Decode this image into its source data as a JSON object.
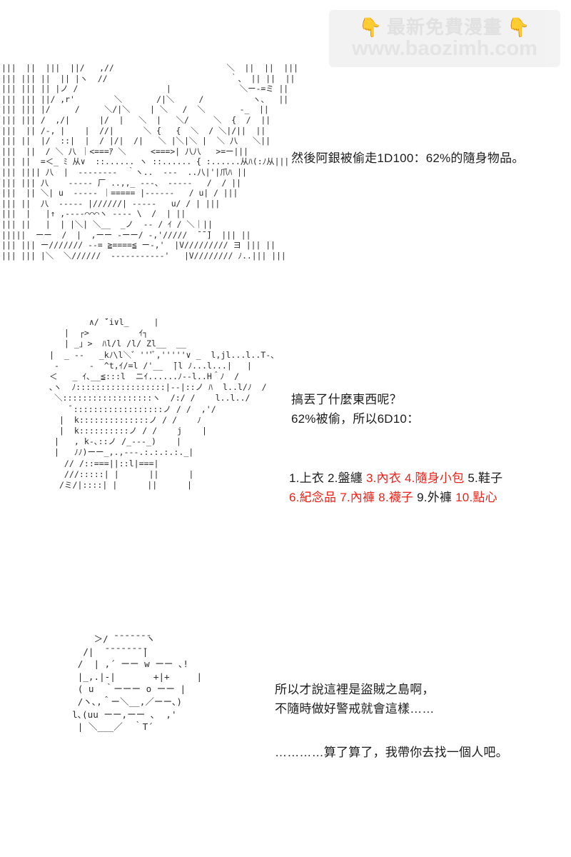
{
  "watermark": {
    "hand_left_icon": "point-down-hand-icon",
    "hand_right_icon": "point-down-hand-icon",
    "title": "最新免費漫畫",
    "url": "www.baozimh.com",
    "hand_glyph": "👇"
  },
  "panels": {
    "panel1": {
      "art_name": "ascii-art-character-gintoki",
      "art": "|||  ||  |||  ||/   ,//                       ＼  ||  ||  |||\n||| ||| ||  || |ヽ  //                         ｀、 || ||  ||\n||| ||| || |ノ /                  |              ＼ー-=ミ ||\n||| ||| ||/ ,r'        ＼       /|＼     /          ヽ、  ||\n||| ||| |/     /     ＼/|＼    | ＼   /  ＼       -_  ||\n||| ||| /  ,/|      |/  |   ＼  |   ＼/     ＼  {  /  ||\n|||  || /-, |    |  //|      ＼ {   {  ＼  / ＼|/||  ||\n||| ||  |/  ::|  |  / |/|  /|   ＼ |＼|＼ |  ＼ 八   ＼||\n|||  ||  / ＼ 八 ｜<===ｱ ＼     <===>| 八八   >=ー|||\n||| ||  =＜_ ﾐ 从∨  ::...... ヽ ::...... { :......从ﾊ(:ﾉ从|||\n||| |||| 八  |  -‐-‐-‐-‐  ｀ヽ..  -‐-  ..八|'|爪ﾊ ||\n||| ||| 八    -‐-‐- 厂 ..,,_ -‐‐、 -‐-‐-   /  / ||\n|||  || ＼| u  -‐-‐- ｜===== |-‐-‐-‐   / u| / |||\n||| ||  八  -‐-‐- |//////| -‐-‐-   u/ / | |||\n|||  |   |↑ ,-‐-‐⌒⌒⌒ヽ -‐-‐ \\  /  | ||\n||| ||   |  | |＼| ＼__  _ノ  -‐ / ｲ / ＼｜||\n|||||  ーー  /  |  ,ーー -ーー/ -,'/////  ̄ ̄ ̄]  ||| ||\n||| ||| ー/////// -‐= ≧====≦ ー-,'  |V///////// ヨ ||| ||\n||| ||| |＼  ＼//////  -‐-‐-‐-‐-‐-'   |V//////// ﾉ..||| |||"
    },
    "panel2": {
      "art_name": "ascii-art-character-pot",
      "art": "         ∧/ ̄´i∨l_     |\n    |  ┌>          ｲ┐\n    | _」>  ﾊl/l /l/ Zl__  __\n |  _ -‐   _kﾉ\\l＼゛'''ﾞ,'''''∨ _  l,jl...l..T-､\n  -      -  ^t,ｲ/=l /'__  ̄|l ﾉ...l...|   |\n ＜   _ ｲ､__≦:::l  ニｲ......ﾉ--l..H＾ﾉ  /\n ､ヽ  ﾉ::::::::::::::::::|--|::ノ ﾊ  l..l/ﾉ  /\n  ＼::::::::::::::::::ヽ  /:/ /    l..l../\n     ﾞ::::::::::::::::::ノ / /  ,'/\n   |  k::::::::::::::ノ / /    ﾉ\n   |  k::::::::::ノ / /    j    |\n  |   , k-､::ノ /_-‐-_)    |\n  |   ﾉﾉ)ーー_,.,-‐-.:.:.:.:._|\n    // /::===||::l|===|\n    ///:::::| |      ||      |\n   /ミ/|::::| |      ||      |"
    },
    "panel3": {
      "art_name": "ascii-art-character-face",
      "art": "      ＞/ ̄ ̄ ̄ ̄ ̄ ̄ ̄ヽ\n    /|  ̄ ̄ ̄ ̄ ̄ ̄ ̄ ̄|\n   /  | ,´ ーー w ーー ､!\n   |_,.|-|       +|+     |\n   ( u  ｀ーーー o ーー |\n   /ヽ､,＾ー＼__,／ーー､)\n  l､(uu ーー,ーー ､  ,'\n   | ＼___／  ｀T´"
    }
  },
  "dialogue": {
    "line1": "然後阿銀被偷走1D100：62%的隨身物品。",
    "line2": "搞丟了什麼東西呢？\n62%被偷，所以6D10：",
    "line4": "所以才說這裡是盜賊之島啊，\n不隨時做好警戒就會這樣……",
    "line5": "…………算了算了，我帶你去找一個人吧。"
  },
  "items": {
    "stolen_color": "#ef2119",
    "normal_color": "#1c1c1c",
    "rows": [
      [
        {
          "text": "1.上衣",
          "stolen": false
        },
        {
          "text": "2.盤纏",
          "stolen": false
        },
        {
          "text": "3.內衣",
          "stolen": true
        },
        {
          "text": "4.隨身小包",
          "stolen": true
        },
        {
          "text": "5.鞋子",
          "stolen": false
        }
      ],
      [
        {
          "text": "6.紀念品",
          "stolen": true
        },
        {
          "text": "7.內褲",
          "stolen": true
        },
        {
          "text": "8.襪子",
          "stolen": true
        },
        {
          "text": "9.外褲",
          "stolen": false
        },
        {
          "text": "10.點心",
          "stolen": true
        }
      ]
    ]
  }
}
